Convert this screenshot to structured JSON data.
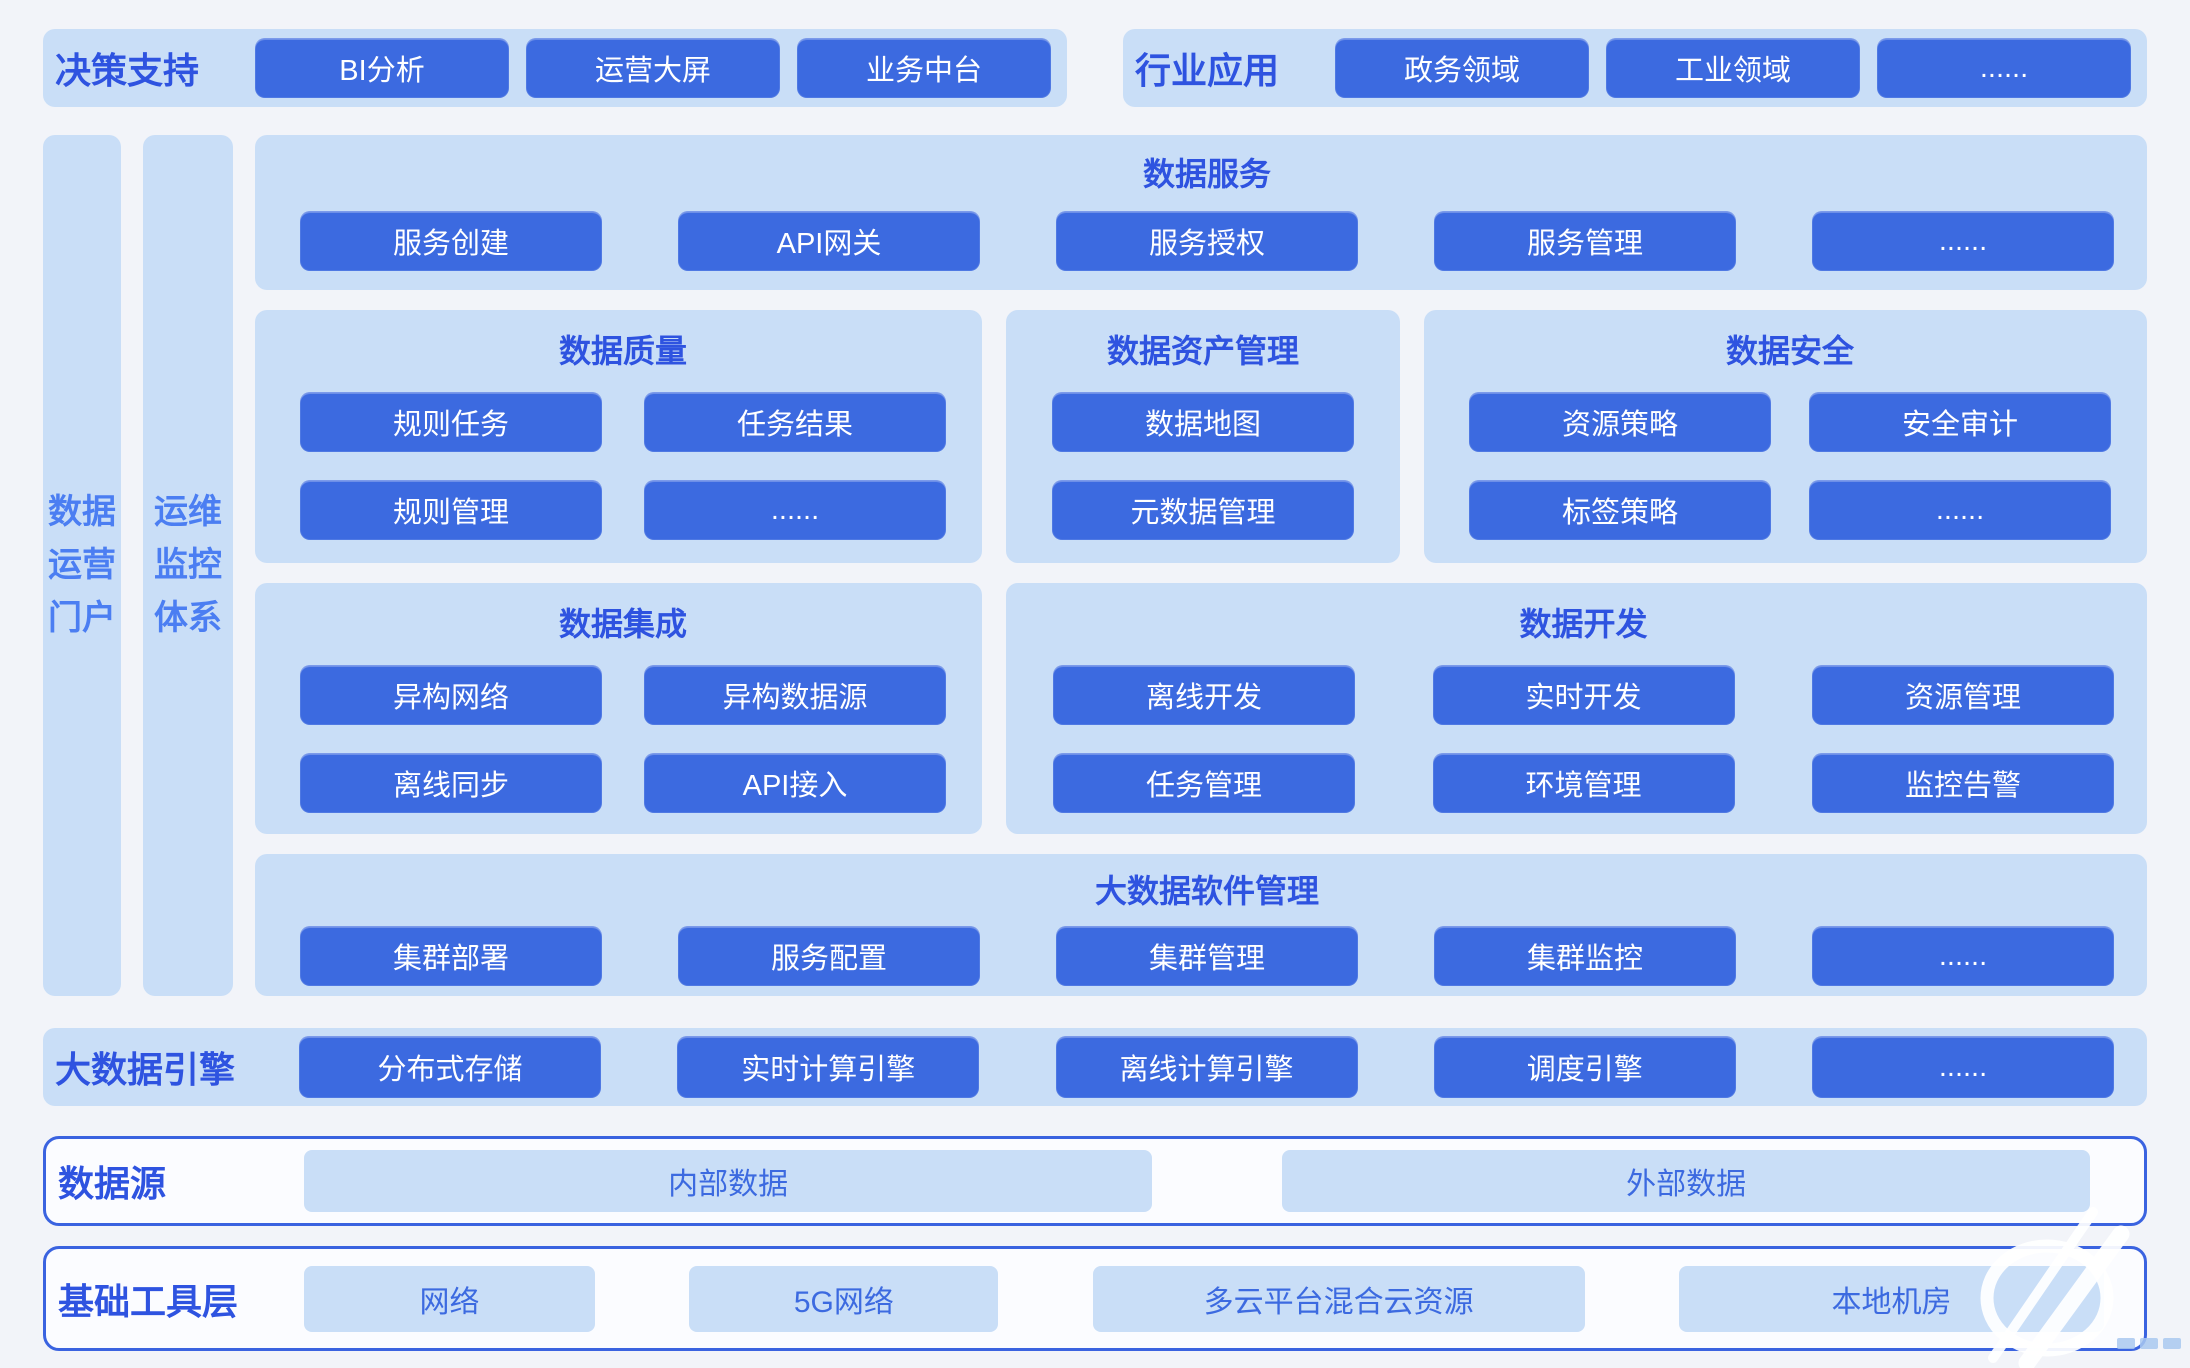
{
  "colors": {
    "accent_button": "#3c6ae0",
    "panel_light_blue": "#c9def7",
    "title_blue": "#2e53e0",
    "side_label_blue": "#4b7ef2",
    "outline_border_blue": "#3a63e0",
    "page_background": "#f2f4f9"
  },
  "top_row": {
    "decision_support": {
      "label": "决策支持",
      "buttons": [
        "BI分析",
        "运营大屏",
        "业务中台"
      ]
    },
    "industry_apps": {
      "label": "行业应用",
      "buttons": [
        "政务领域",
        "工业领域",
        "......"
      ]
    }
  },
  "side_bars": {
    "data_operation_portal": {
      "lines": [
        "数据",
        "运营",
        "门户"
      ]
    },
    "ops_monitoring_system": {
      "lines": [
        "运维",
        "监控",
        "体系"
      ]
    }
  },
  "data_service": {
    "title": "数据服务",
    "buttons": [
      "服务创建",
      "API网关",
      "服务授权",
      "服务管理",
      "......"
    ]
  },
  "data_quality": {
    "title": "数据质量",
    "buttons": [
      "规则任务",
      "任务结果",
      "规则管理",
      "......"
    ]
  },
  "data_asset": {
    "title": "数据资产管理",
    "buttons": [
      "数据地图",
      "元数据管理"
    ]
  },
  "data_security": {
    "title": "数据安全",
    "buttons": [
      "资源策略",
      "安全审计",
      "标签策略",
      "......"
    ]
  },
  "data_integration": {
    "title": "数据集成",
    "buttons": [
      "异构网络",
      "异构数据源",
      "离线同步",
      "API接入"
    ]
  },
  "data_development": {
    "title": "数据开发",
    "buttons": [
      "离线开发",
      "实时开发",
      "资源管理",
      "任务管理",
      "环境管理",
      "监控告警"
    ]
  },
  "bigdata_software": {
    "title": "大数据软件管理",
    "buttons": [
      "集群部署",
      "服务配置",
      "集群管理",
      "集群监控",
      "......"
    ]
  },
  "bigdata_engine": {
    "label": "大数据引擎",
    "buttons": [
      "分布式存储",
      "实时计算引擎",
      "离线计算引擎",
      "调度引擎",
      "......"
    ]
  },
  "data_source": {
    "label": "数据源",
    "items": [
      "内部数据",
      "外部数据"
    ]
  },
  "infra_layer": {
    "label": "基础工具层",
    "items": [
      "网络",
      "5G网络",
      "多云平台混合云资源",
      "本地机房"
    ]
  }
}
